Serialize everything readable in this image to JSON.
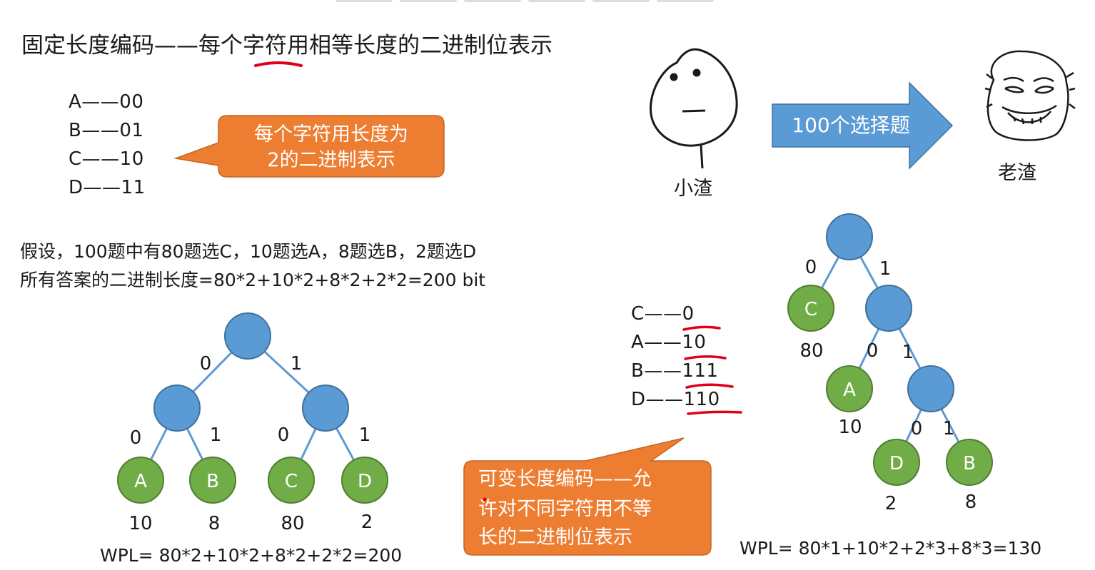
{
  "header": {
    "title": "固定长度编码——每个字符用相等长度的二进制位表示"
  },
  "fixed_codes": [
    "A——00",
    "B——01",
    "C——10",
    "D——11"
  ],
  "callout_fixed": {
    "line1": "每个字符用长度为",
    "line2": "2的二进制表示"
  },
  "characters": {
    "xiaozha_label": "小渣",
    "laozha_label": "老渣",
    "arrow_text": "100个选择题"
  },
  "assumption": {
    "line1": "假设，100题中有80题选C，10题选A，8题选B，2题选D",
    "line2": "所有答案的二进制长度=80*2+10*2+8*2+2*2=200 bit"
  },
  "variable_codes": [
    "C——0",
    "A——10",
    "B——111",
    "D——110"
  ],
  "callout_variable": {
    "line1": "可变长度编码——允",
    "line2": "许对不同字符用不等",
    "line3": "长的二进制位表示"
  },
  "tree_fixed": {
    "edge_labels": [
      "0",
      "1",
      "0",
      "1",
      "0",
      "1"
    ],
    "leaves": [
      {
        "name": "A",
        "weight": "10"
      },
      {
        "name": "B",
        "weight": "8"
      },
      {
        "name": "C",
        "weight": "80"
      },
      {
        "name": "D",
        "weight": "2"
      }
    ],
    "wpl": "WPL= 80*2+10*2+8*2+2*2=200"
  },
  "tree_variable": {
    "edge_labels": [
      "0",
      "1",
      "0",
      "1",
      "0",
      "1"
    ],
    "leaves": [
      {
        "name": "C",
        "weight": "80"
      },
      {
        "name": "A",
        "weight": "10"
      },
      {
        "name": "D",
        "weight": "2"
      },
      {
        "name": "B",
        "weight": "8"
      }
    ],
    "wpl": "WPL= 80*1+10*2+2*3+8*3=130"
  },
  "colors": {
    "internal_node": "#5b9bd5",
    "leaf_node": "#70ad47",
    "callout": "#ed7d31",
    "arrow": "#5b9bd5",
    "annotation": "#e0001b",
    "edge": "#5b9bd5"
  }
}
